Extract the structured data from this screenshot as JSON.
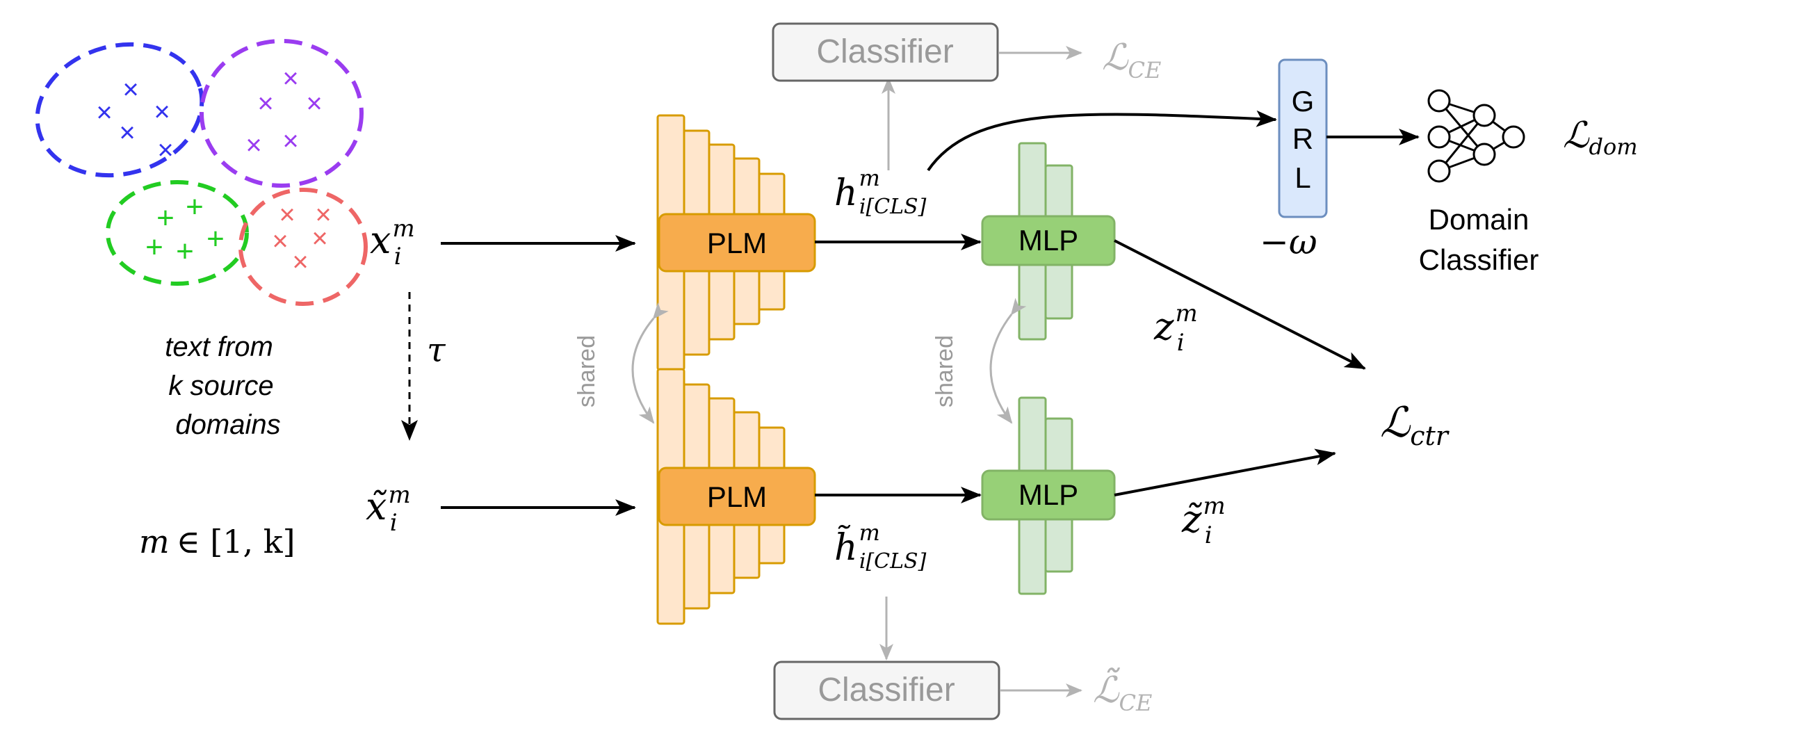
{
  "source_domains": {
    "caption_lines": [
      "text from",
      "k source",
      "domains"
    ],
    "clusters": [
      {
        "name": "blue",
        "color": "#3333ee",
        "marker": "×"
      },
      {
        "name": "purple",
        "color": "#9a3cf0",
        "marker": "×"
      },
      {
        "name": "green",
        "color": "#22cc22",
        "marker": "+"
      },
      {
        "name": "red",
        "color": "#ee6666",
        "marker": "×"
      }
    ]
  },
  "inputs": {
    "x_base": "x",
    "x_sub": "i",
    "x_sup": "m",
    "xt_base": "x̃",
    "xt_sub": "i",
    "xt_sup": "m",
    "augment_symbol": "τ",
    "range_m": "m",
    "range_in": "∈ [1, k]"
  },
  "encoders": {
    "plm_label": "PLM",
    "mlp_label": "MLP",
    "shared_label": "shared",
    "plm_color": "#f7ac4d",
    "mlp_color": "#97d077"
  },
  "hidden": {
    "h_base": "h",
    "h_sup": "m",
    "h_sub": "i[CLS]",
    "ht_base": "h̃",
    "ht_sup": "m",
    "ht_sub": "i[CLS]"
  },
  "projections": {
    "z_base": "z",
    "z_sup": "m",
    "z_sub": "i",
    "zt_base": "z̃",
    "zt_sup": "m",
    "zt_sub": "i"
  },
  "classifiers": {
    "top_label": "Classifier",
    "bottom_label": "Classifier",
    "loss_top_base": "ℒ",
    "loss_top_sub": "CE",
    "loss_bottom_base": "ℒ̃",
    "loss_bottom_sub": "CE"
  },
  "domain": {
    "grl_letters": [
      "G",
      "R",
      "L"
    ],
    "omega": "−ω",
    "classifier_lines": [
      "Domain",
      "Classifier"
    ],
    "loss_base": "ℒ",
    "loss_sub": "dom"
  },
  "contrastive": {
    "loss_base": "ℒ",
    "loss_sub": "ctr"
  },
  "colors": {
    "arrow": "#000000",
    "gray_arrow": "#b3b3b3",
    "classifier_text": "#999999",
    "grl_fill": "#dae8fc",
    "grl_stroke": "#6c8ebf"
  }
}
